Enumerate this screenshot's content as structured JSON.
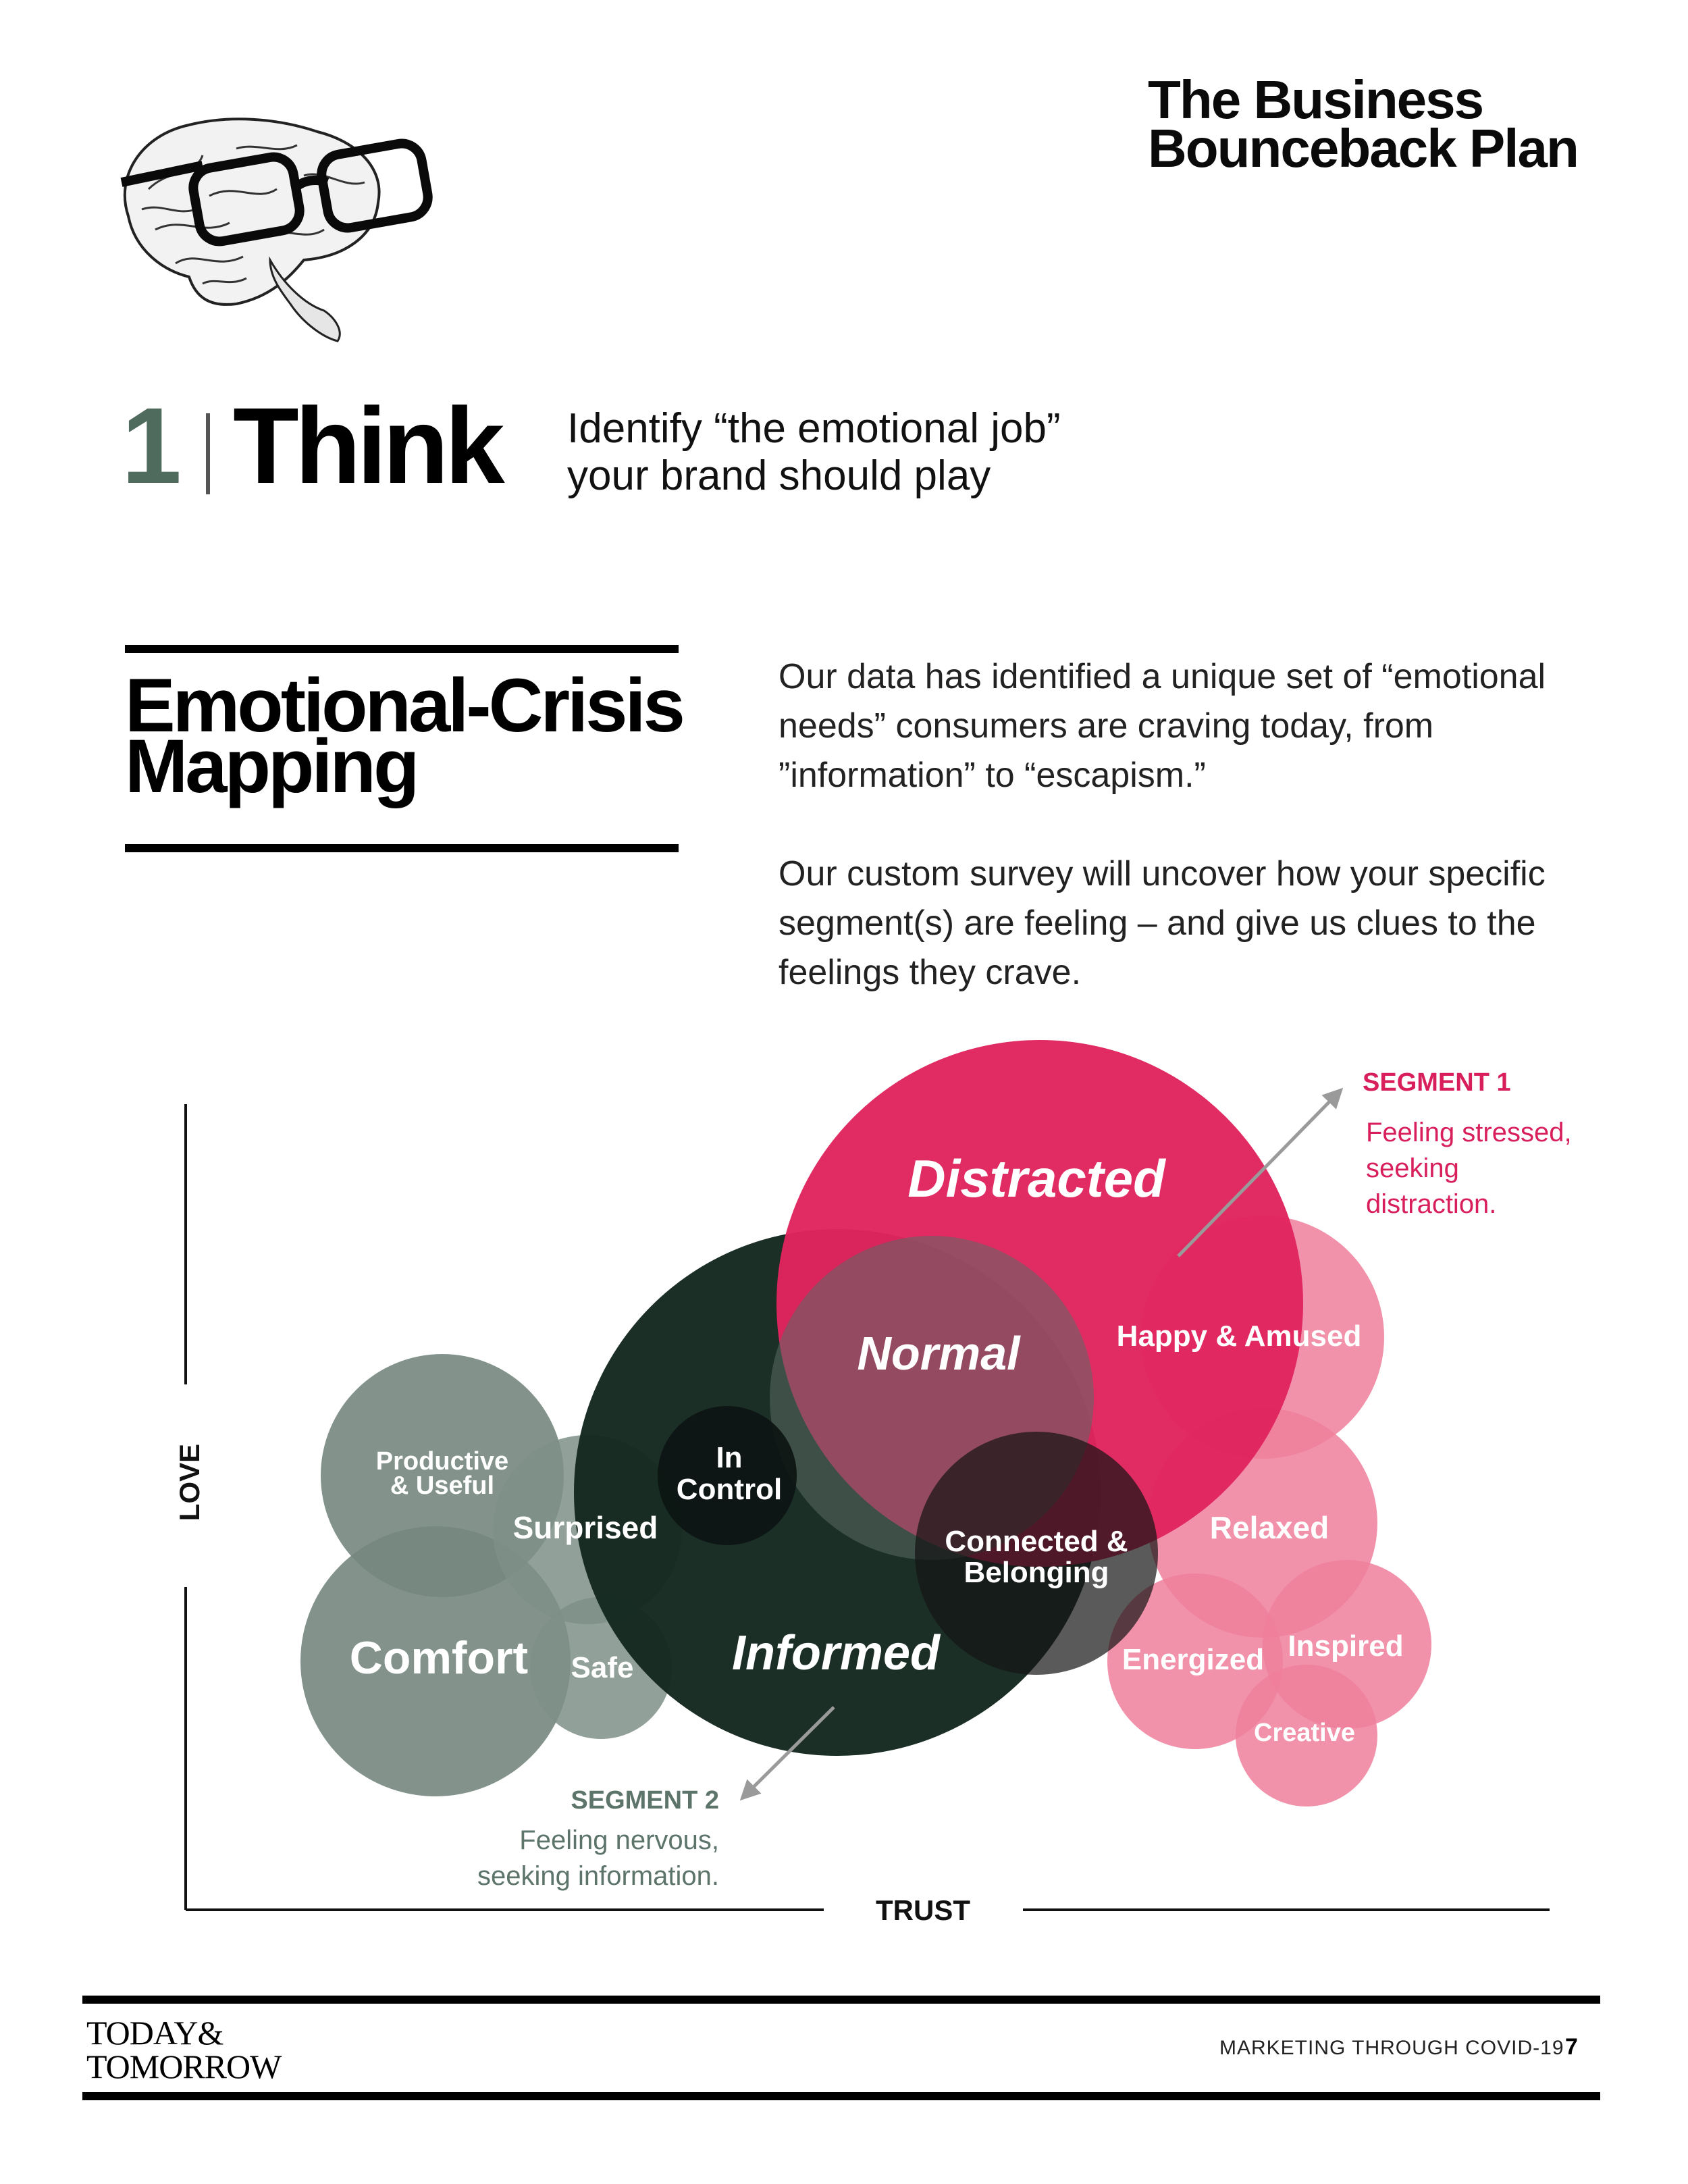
{
  "header": {
    "doc_title_line1": "The Business",
    "doc_title_line2": "Bounceback Plan",
    "illustration": "brain-with-glasses-icon"
  },
  "section": {
    "number": "1",
    "word": "Think",
    "desc_line1": "Identify “the emotional job”",
    "desc_line2": "your brand should play"
  },
  "block": {
    "title_line1": "Emotional-Crisis",
    "title_line2": "Mapping",
    "para1_lines": [
      "Our data has identified a unique set of “emotional",
      "needs” consumers are craving today, from",
      "”information” to “escapism.”"
    ],
    "para2_lines": [
      "Our custom survey will uncover how your specific",
      "segment(s) are feeling – and give us clues to the",
      "feelings they crave."
    ]
  },
  "diagram": {
    "axis_y_label": "LOVE",
    "axis_x_label": "TRUST",
    "colors": {
      "pink": "#e0245e",
      "light_pink": "#ee7f9b",
      "dark": "#142820",
      "sage": "#76877f",
      "sage_text": "#5c7469"
    },
    "bubbles": {
      "distracted": "Distracted",
      "normal": "Normal",
      "happy": "Happy & Amused",
      "productive1": "Productive",
      "productive2": "& Useful",
      "surprised": "Surprised",
      "in_control1": "In",
      "in_control2": "Control",
      "connected1": "Connected &",
      "connected2": "Belonging",
      "relaxed": "Relaxed",
      "comfort": "Comfort",
      "safe": "Safe",
      "informed": "Informed",
      "energized": "Energized",
      "inspired": "Inspired",
      "creative": "Creative"
    },
    "segment1": {
      "title": "SEGMENT 1",
      "line1": "Feeling stressed,",
      "line2": "seeking",
      "line3": "distraction."
    },
    "segment2": {
      "title": "SEGMENT 2",
      "line1": "Feeling nervous,",
      "line2": "seeking information."
    }
  },
  "footer": {
    "brand_line1": "TODAY&",
    "brand_line2": "TOMORROW",
    "doc_name": "MARKETING THROUGH COVID-19",
    "page": "7"
  }
}
